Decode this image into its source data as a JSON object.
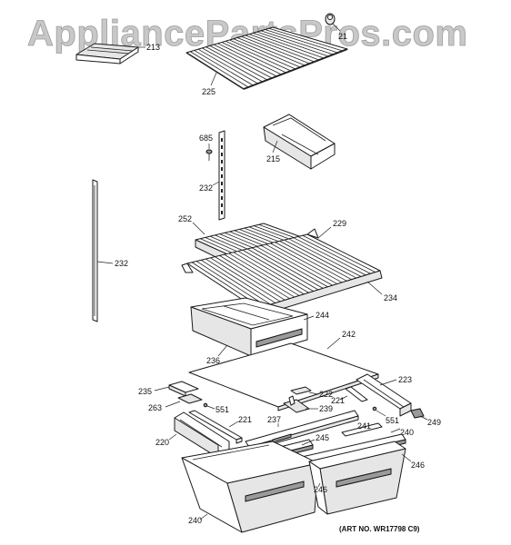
{
  "watermark": "AppliancePartsPros.com",
  "art_number": "(ART NO. WR17798 C9)",
  "part_labels": {
    "p21": "21",
    "p213": "213",
    "p225": "225",
    "p685": "685",
    "p215": "215",
    "p232a": "232",
    "p232b": "232",
    "p252": "252",
    "p229": "229",
    "p234": "234",
    "p244": "244",
    "p242": "242",
    "p236": "236",
    "p223": "223",
    "p235": "235",
    "p222": "222",
    "p221a": "221",
    "p263": "263",
    "p551a": "551",
    "p239": "239",
    "p221b": "221",
    "p237": "237",
    "p551b": "551",
    "p249": "249",
    "p241": "241",
    "p240a": "240",
    "p220": "220",
    "p245": "245",
    "p246a": "246",
    "p246b": "246",
    "p240b": "240"
  }
}
